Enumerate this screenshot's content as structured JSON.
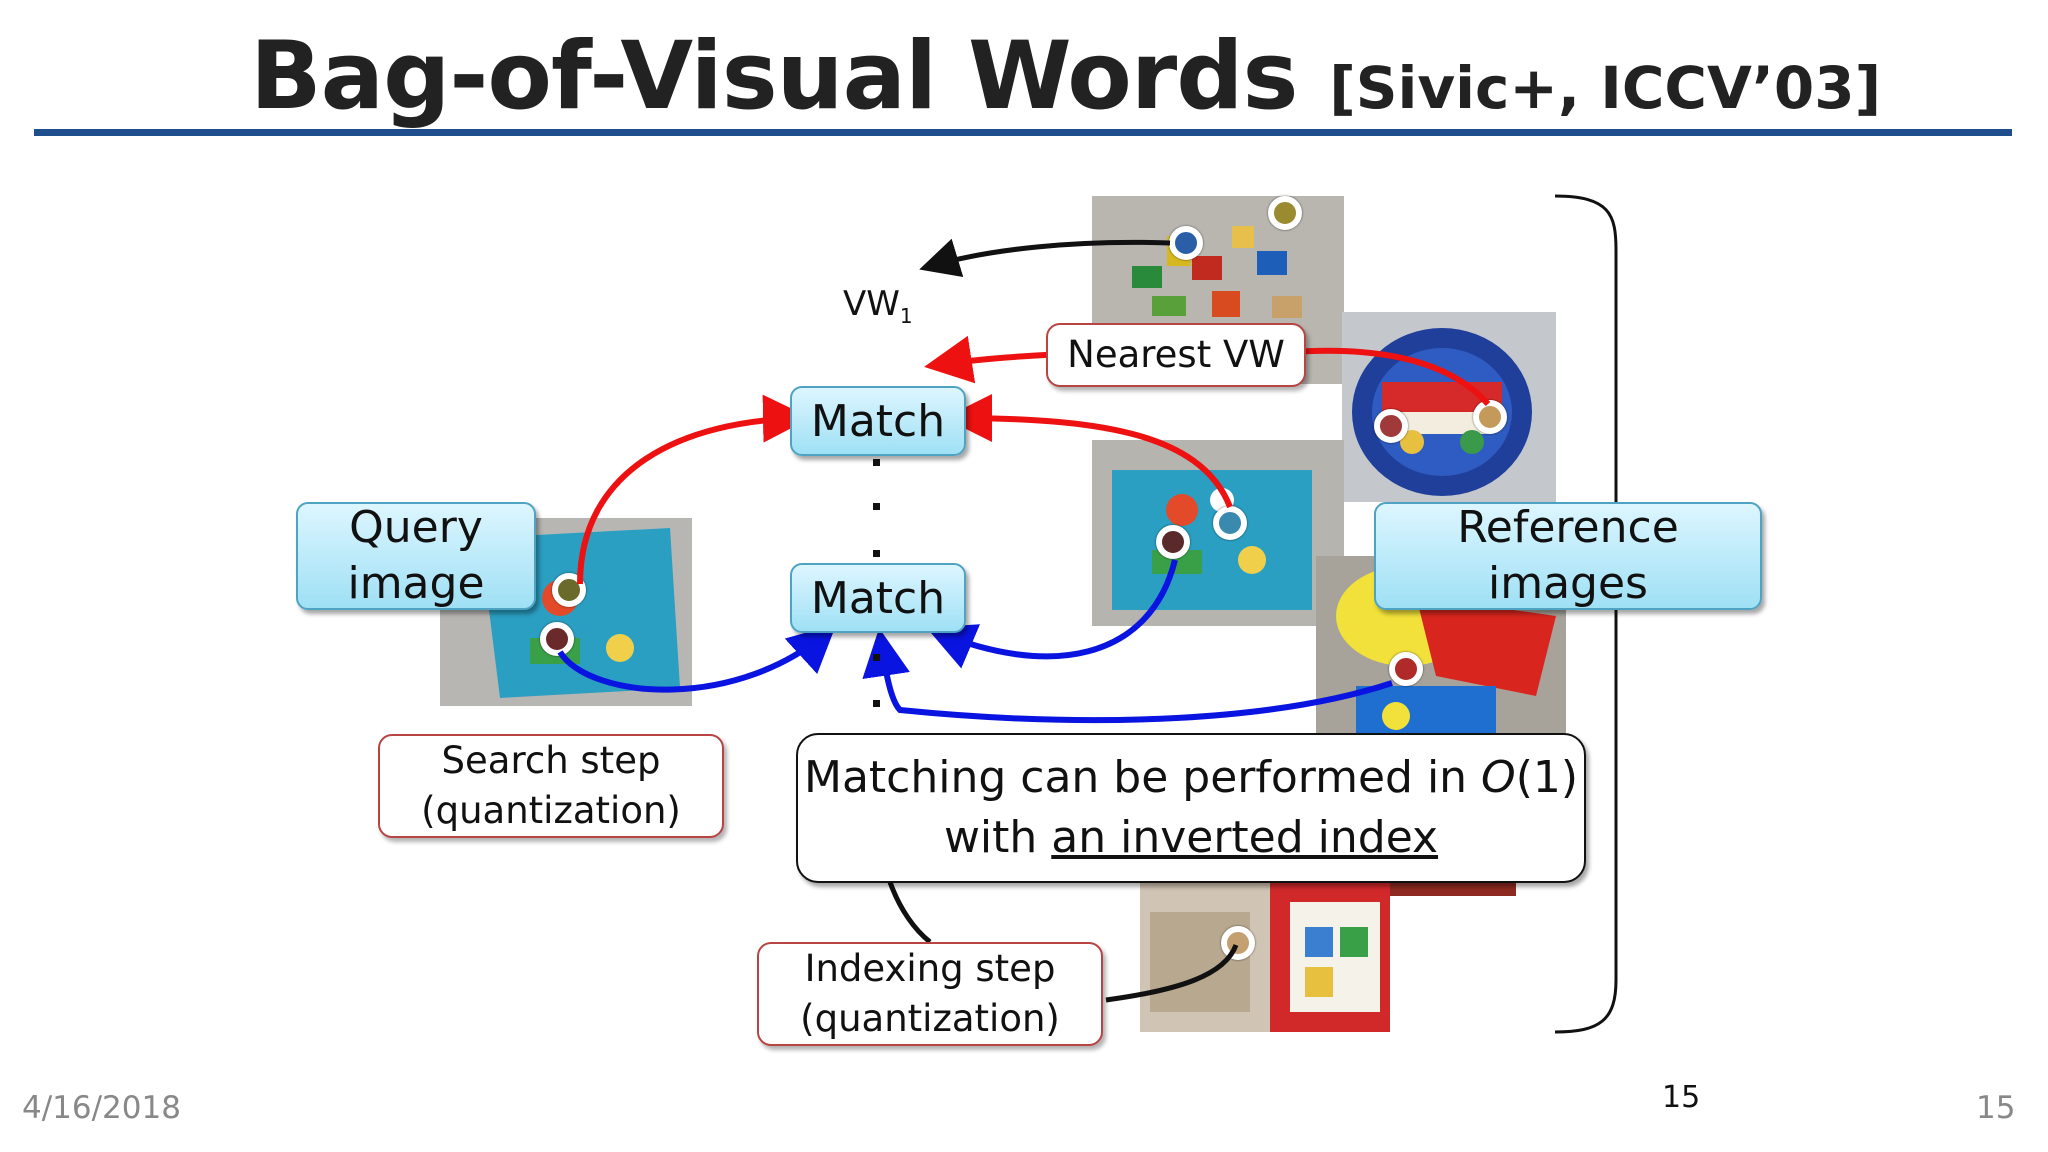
{
  "title": {
    "main": "Bag-of-Visual Words",
    "citation": "[Sivic+, ICCV’03]"
  },
  "labels": {
    "vw": "VW",
    "vw_sub": "1",
    "query_line1": "Query",
    "query_line2": "image",
    "reference_line1": "Reference",
    "reference_line2": "images",
    "match_top": "Match",
    "match_bottom": "Match",
    "nearest_vw": "Nearest VW",
    "search_step_line1": "Search step",
    "search_step_line2": "(quantization)",
    "indexing_step_line1": "Indexing step",
    "indexing_step_line2": "(quantization)",
    "note_line1_prefix": "Matching can be performed in ",
    "note_line1_italic": "O",
    "note_line1_suffix": "(1)",
    "note_line2_prefix": "with ",
    "note_line2_underlined": "an inverted index"
  },
  "colors": {
    "title_rule": "#1f4e8c",
    "search_arrow": "#ee1111",
    "match_arrow": "#0a14e0",
    "vw_arrow": "#111111",
    "box_fill_top": "#ddf6ff",
    "box_fill_bottom": "#9fe0f5",
    "label_border": "#b84444"
  },
  "icons": {
    "keypoint": "keypoint-circle-icon"
  },
  "footer": {
    "date": "4/16/2018",
    "page_center": "15",
    "page_right": "15"
  }
}
